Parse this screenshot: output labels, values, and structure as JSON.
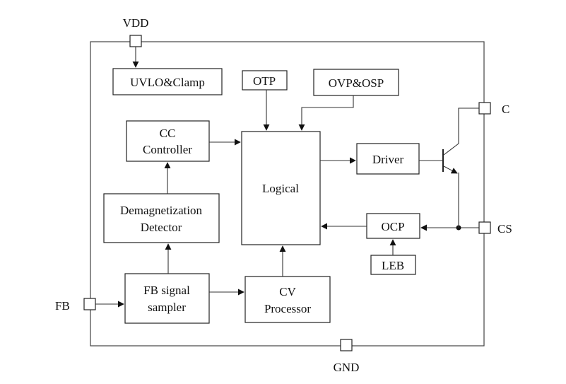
{
  "pins": {
    "vdd": "VDD",
    "c": "C",
    "cs": "CS",
    "fb": "FB",
    "gnd": "GND"
  },
  "blocks": {
    "uvlo": "UVLO&Clamp",
    "otp": "OTP",
    "ovp": "OVP&OSP",
    "cc_line1": "CC",
    "cc_line2": "Controller",
    "logical": "Logical",
    "driver": "Driver",
    "demag_line1": "Demagnetization",
    "demag_line2": "Detector",
    "ocp": "OCP",
    "leb": "LEB",
    "fb_line1": "FB signal",
    "fb_line2": "sampler",
    "cv_line1": "CV",
    "cv_line2": "Processor"
  }
}
